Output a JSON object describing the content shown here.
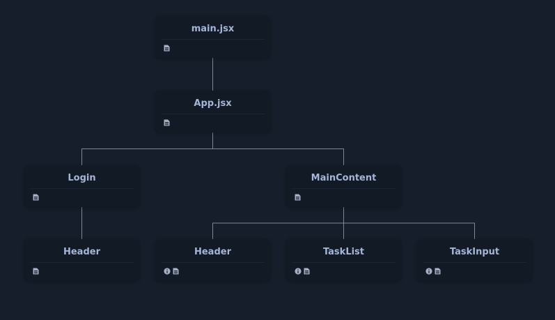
{
  "colors": {
    "background": "#161e2b",
    "node": "#121a26",
    "title": "#a6b5d6",
    "icon": "#a6b0c4",
    "connector": "#7d8897"
  },
  "nodes": [
    {
      "id": "main",
      "label": "main.jsx",
      "icons": [
        "file-icon"
      ]
    },
    {
      "id": "app",
      "label": "App.jsx",
      "icons": [
        "file-icon"
      ]
    },
    {
      "id": "login",
      "label": "Login",
      "icons": [
        "file-icon"
      ]
    },
    {
      "id": "maincontent",
      "label": "MainContent",
      "icons": [
        "file-icon"
      ]
    },
    {
      "id": "header1",
      "label": "Header",
      "icons": [
        "file-icon"
      ]
    },
    {
      "id": "header2",
      "label": "Header",
      "icons": [
        "info-icon",
        "file-icon"
      ]
    },
    {
      "id": "tasklist",
      "label": "TaskList",
      "icons": [
        "info-icon",
        "file-icon"
      ]
    },
    {
      "id": "taskinput",
      "label": "TaskInput",
      "icons": [
        "info-icon",
        "file-icon"
      ]
    }
  ],
  "edges": [
    [
      "main",
      "app"
    ],
    [
      "app",
      "login"
    ],
    [
      "app",
      "maincontent"
    ],
    [
      "login",
      "header1"
    ],
    [
      "maincontent",
      "header2"
    ],
    [
      "maincontent",
      "tasklist"
    ],
    [
      "maincontent",
      "taskinput"
    ]
  ]
}
